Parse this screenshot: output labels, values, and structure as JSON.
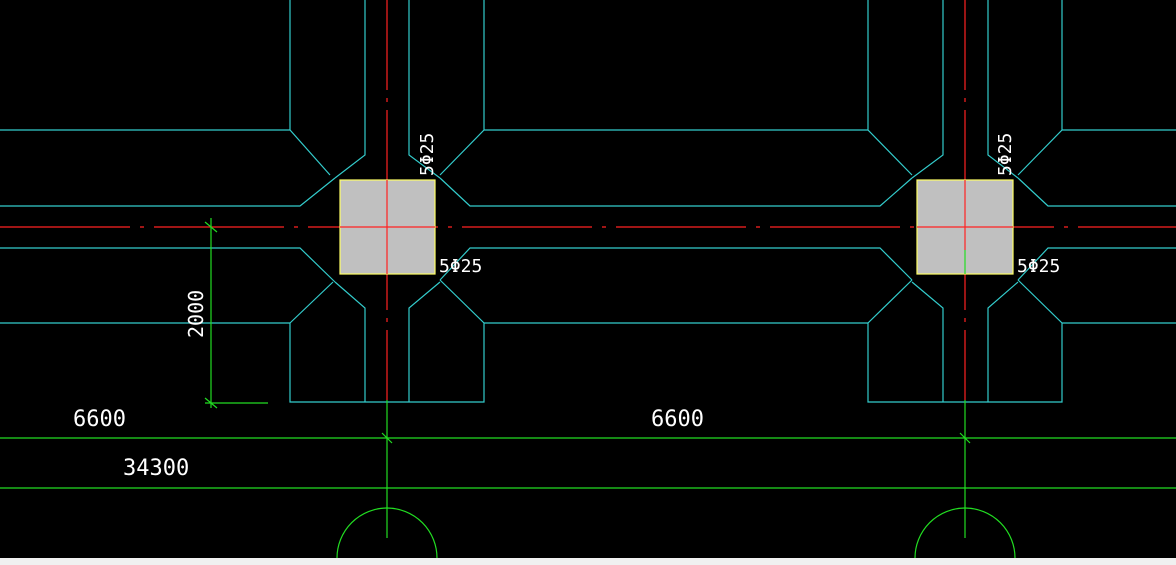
{
  "colors": {
    "background": "#000000",
    "outline": "#33cccc",
    "axis": "#ff2222",
    "dimension": "#22dd22",
    "column_fill": "#c0c0c0",
    "column_edge": "#ffff66",
    "text": "#ffffff"
  },
  "columns": [
    {
      "top_rebar": "5Φ25",
      "side_rebar": "5Φ25"
    },
    {
      "top_rebar": "5Φ25",
      "side_rebar": "5Φ25"
    }
  ],
  "dimensions": {
    "vertical": "2000",
    "span_left": "6600",
    "span_middle": "6600",
    "total": "34300"
  }
}
